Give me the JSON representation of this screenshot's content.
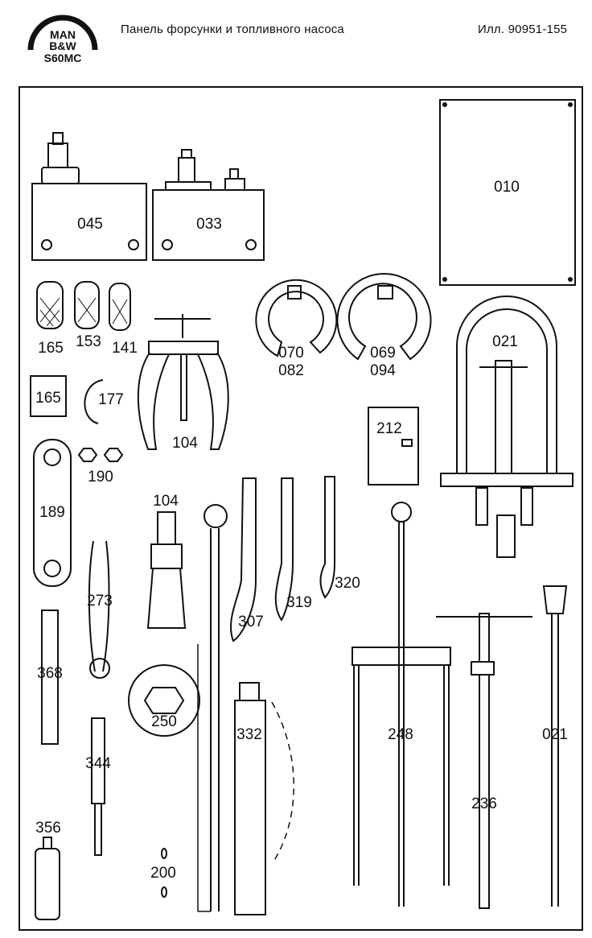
{
  "header": {
    "brand_line1": "MAN",
    "brand_line2": "B&W",
    "model": "S60MC",
    "title": "Панель форсунки и топливного насоса",
    "illustration_ref": "Илл. 90951-155"
  },
  "labels": {
    "p045": "045",
    "p033": "033",
    "p010": "010",
    "p165a": "165",
    "p153": "153",
    "p141": "141",
    "p070": "070",
    "p082": "082",
    "p069": "069",
    "p094": "094",
    "p021a": "021",
    "p165b": "165",
    "p177": "177",
    "p104a": "104",
    "p212": "212",
    "p190": "190",
    "p189": "189",
    "p104b": "104",
    "p307": "307",
    "p319": "319",
    "p320": "320",
    "p273": "273",
    "p368": "368",
    "p250": "250",
    "p332": "332",
    "p248": "248",
    "p021b": "021",
    "p236": "236",
    "p344": "344",
    "p356": "356",
    "p200": "200"
  }
}
